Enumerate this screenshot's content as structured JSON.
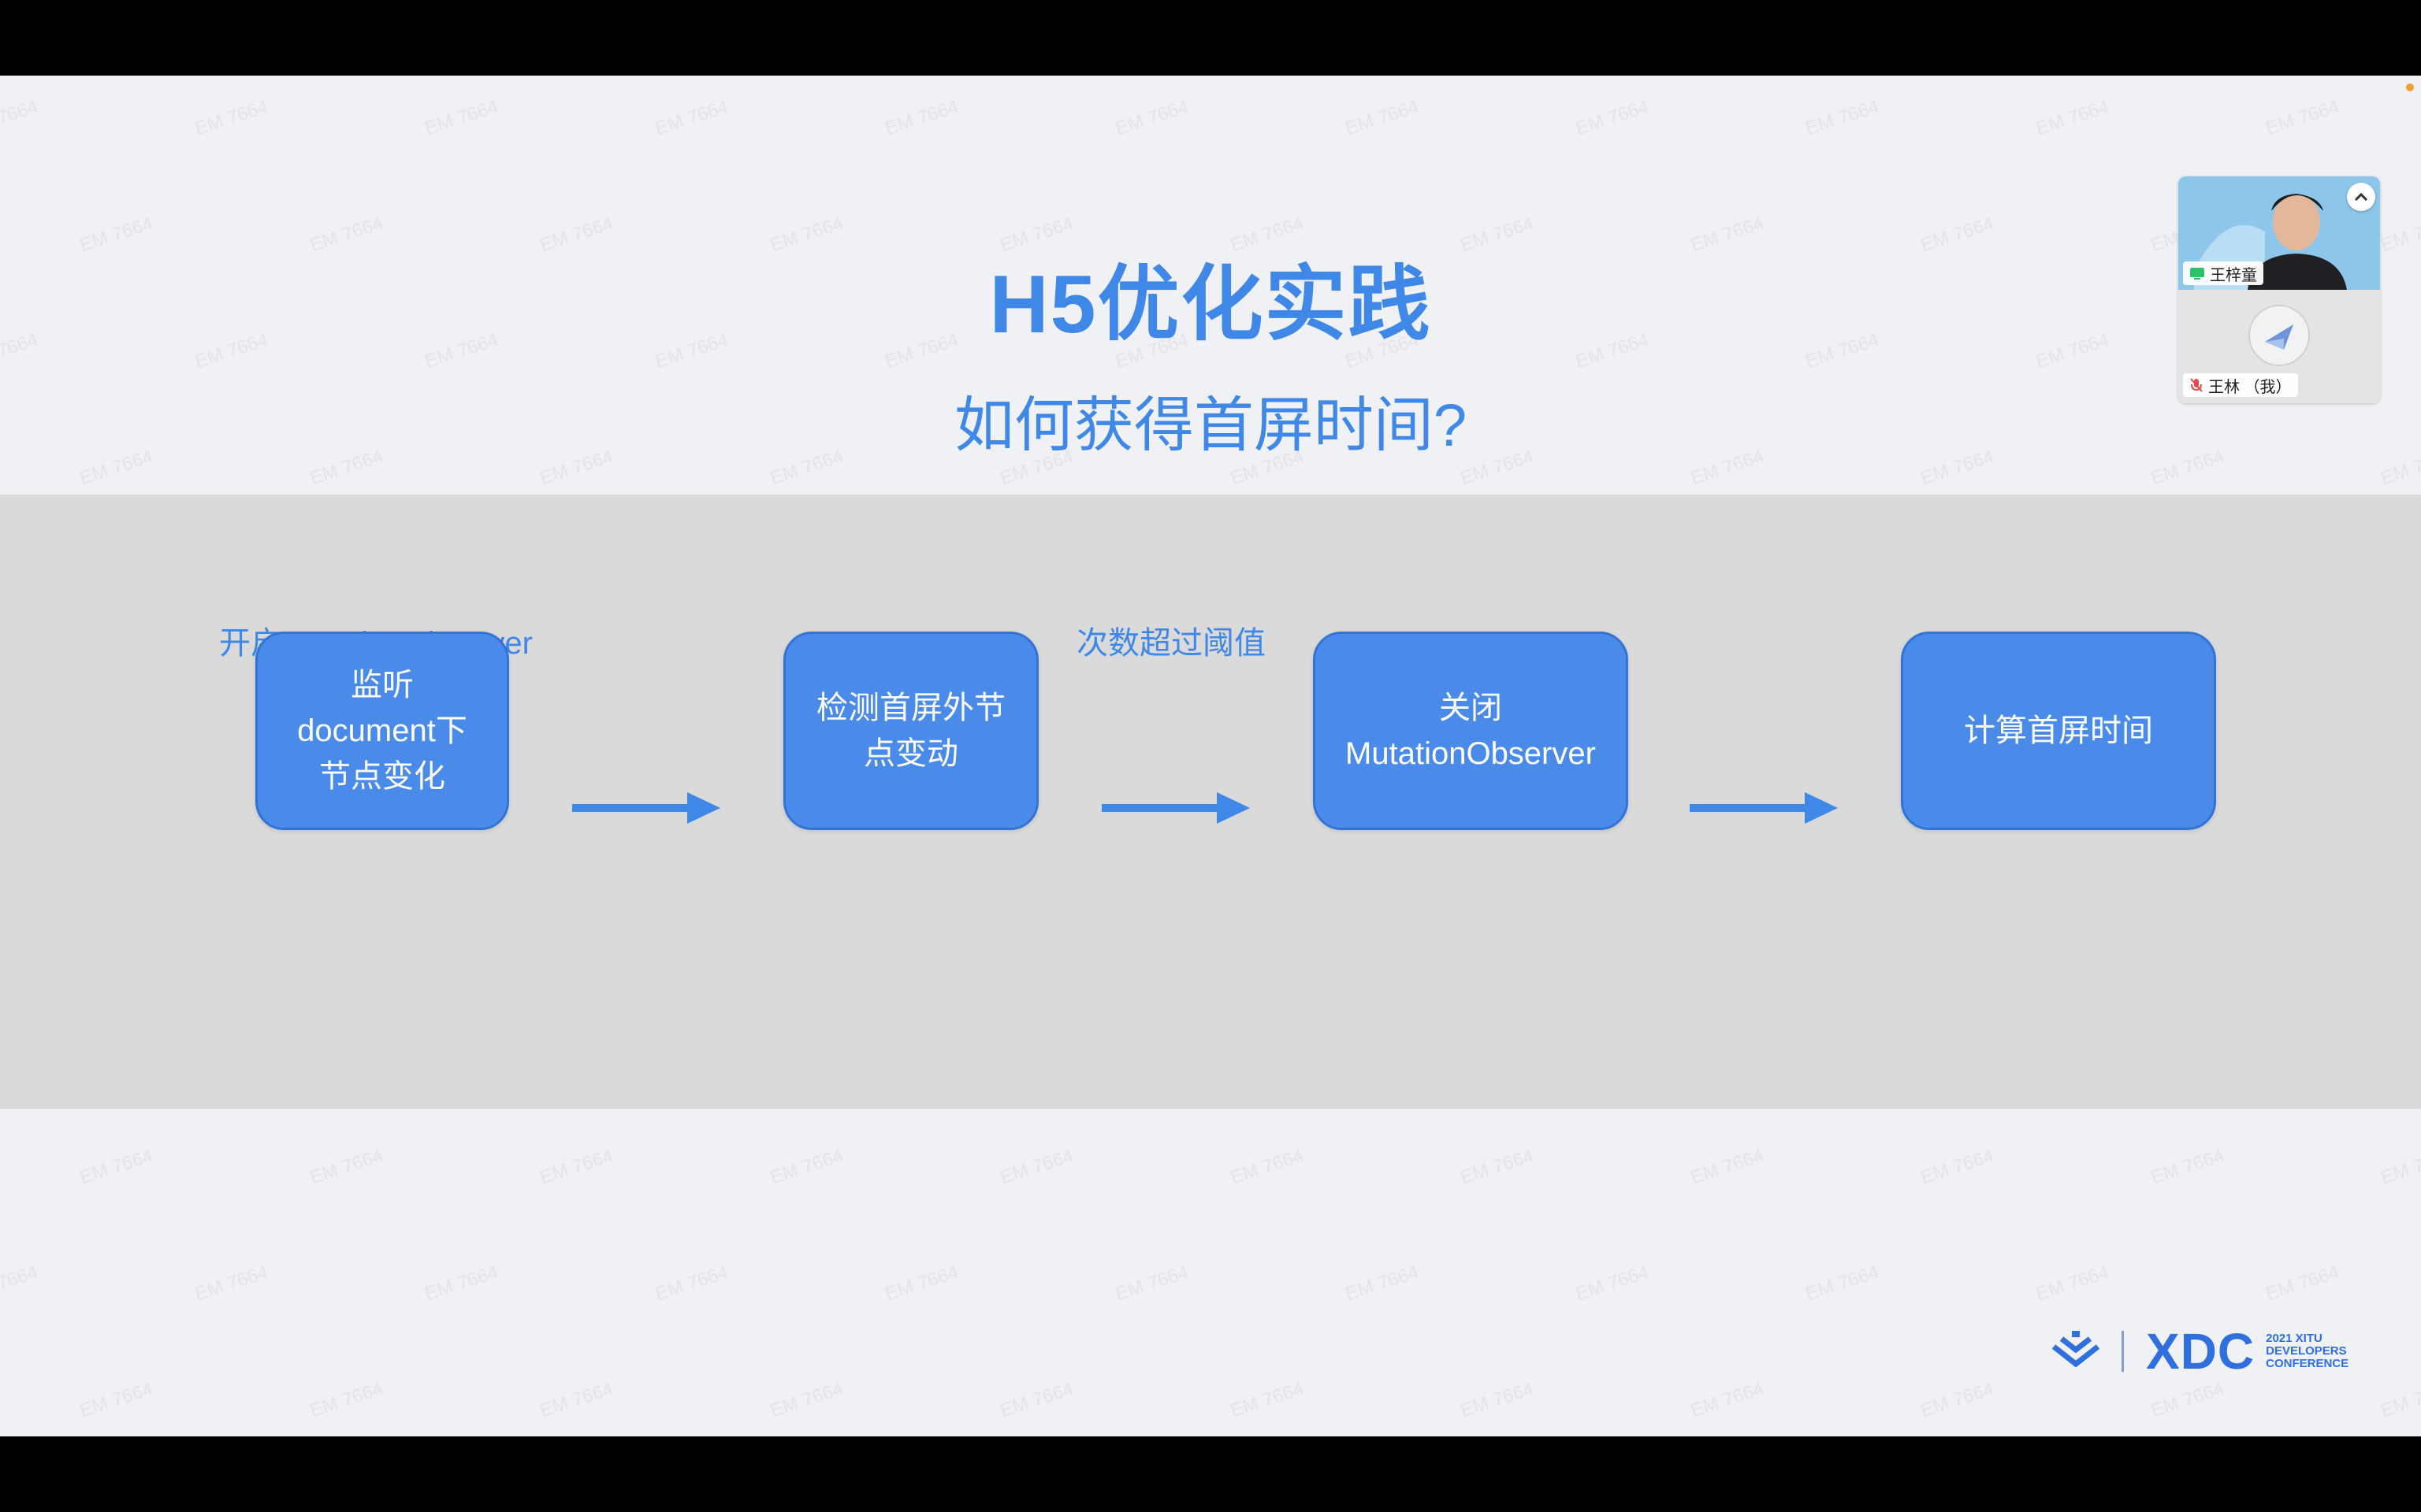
{
  "slide": {
    "title": "H5优化实践",
    "subtitle": "如何获得首屏时间?",
    "watermark_text": "EM 7664",
    "labels": {
      "start": "开启MutationObserver",
      "threshold": "次数超过阈值"
    },
    "steps": [
      {
        "lines": [
          "监听",
          "document下",
          "节点变化"
        ]
      },
      {
        "lines": [
          "检测首屏外节",
          "点变动"
        ]
      },
      {
        "lines": [
          "关闭",
          "MutationObserver"
        ]
      },
      {
        "lines": [
          "计算首屏时间"
        ]
      }
    ],
    "colors": {
      "accent": "#3f88e8",
      "box": "#4a8bea",
      "band": "#dadada",
      "background": "#eff1f5"
    }
  },
  "video_panel": {
    "speaker_name": "王梓童",
    "self_name": "王林 （我）",
    "collapse_icon": "chevron-up-icon"
  },
  "logo": {
    "mark": "XDC",
    "lines": [
      "2021 XITU",
      "DEVELOPERS",
      "CONFERENCE"
    ]
  }
}
